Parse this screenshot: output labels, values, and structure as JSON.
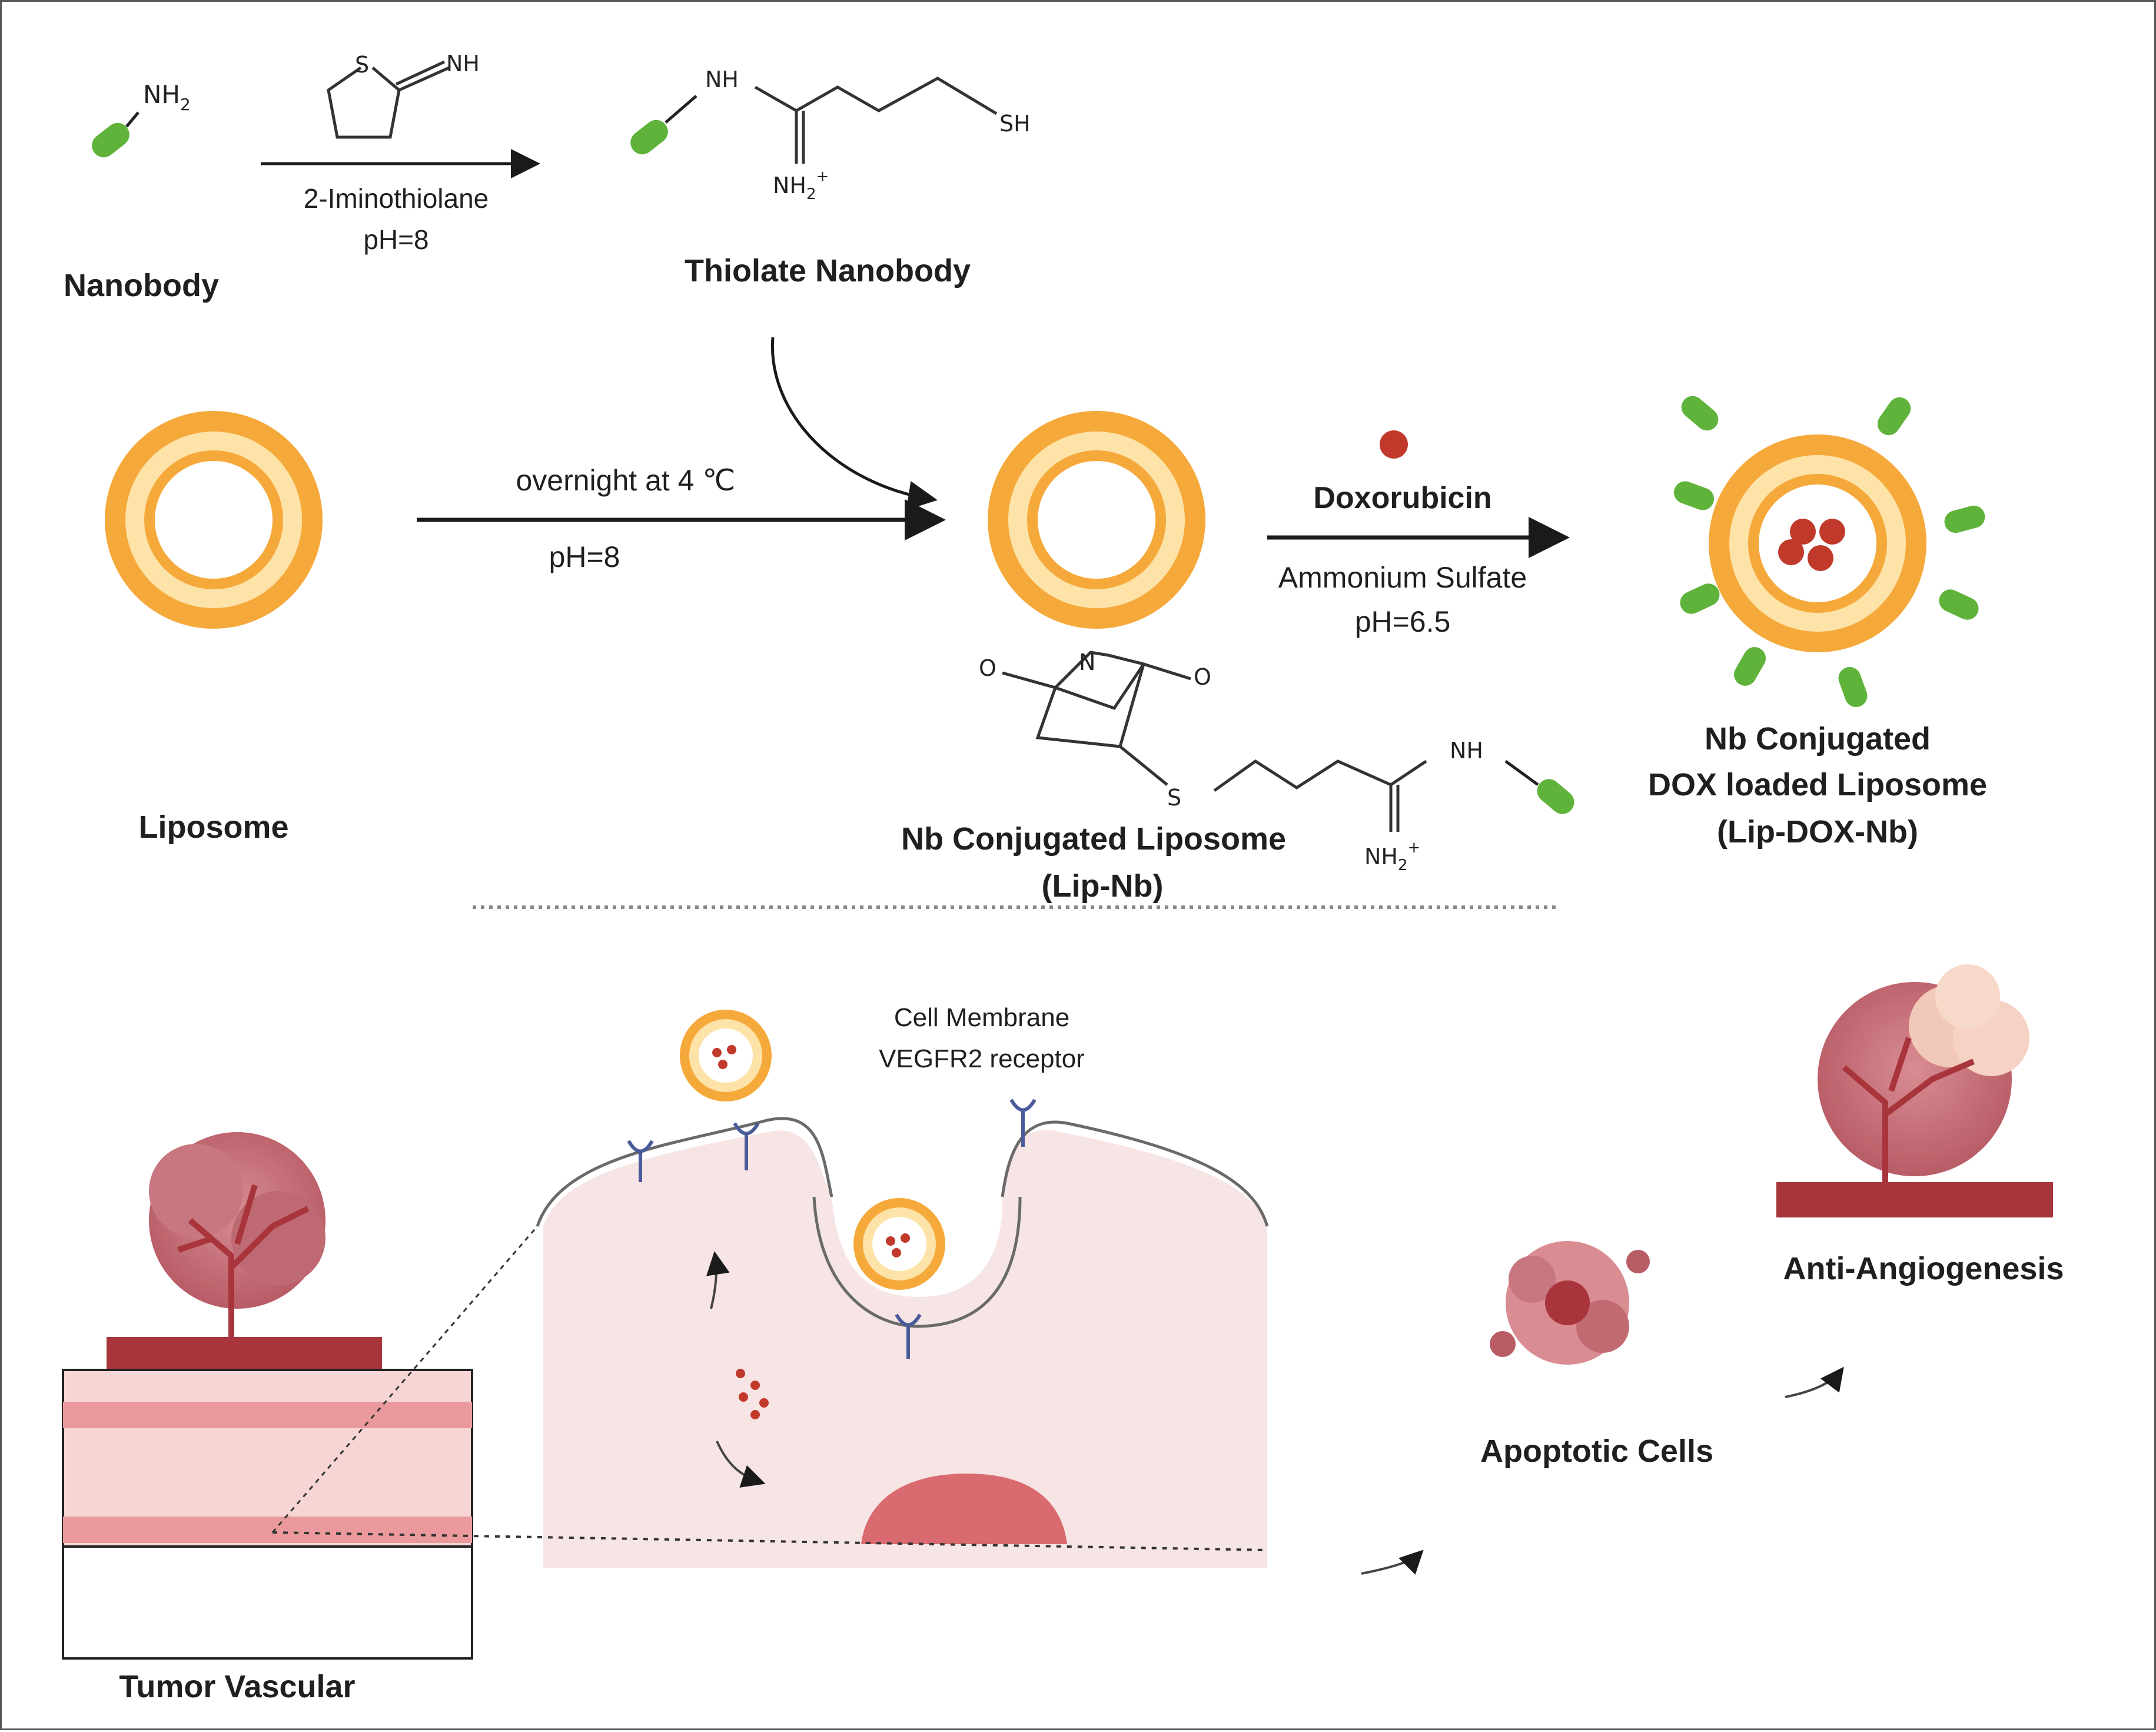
{
  "labels": {
    "nanobody": "Nanobody",
    "nh2": "NH",
    "nh2_sub": "2",
    "reagent": "2-Iminothiolane",
    "ph8_top": "pH=8",
    "thiolate": "Thiolate Nanobody",
    "liposome": "Liposome",
    "overnight": "overnight at 4 ℃",
    "ph8_mid": "pH=8",
    "doxorubicin": "Doxorubicin",
    "ammonium": "Ammonium Sulfate",
    "ph65": "pH=6.5",
    "lipnb_title": "Nb Conjugated Liposome",
    "lipnb_abbr": "(Lip-Nb)",
    "final_l1": "Nb Conjugated",
    "final_l2": "DOX loaded Liposome",
    "final_abbr": "(Lip-DOX-Nb)",
    "cell_membrane": "Cell Membrane",
    "vegfr2": "VEGFR2 receptor",
    "tumor_vascular": "Tumor Vascular",
    "apoptotic": "Apoptotic Cells",
    "anti_angio": "Anti-Angiogenesis"
  },
  "chem": {
    "S": "S",
    "NH": "NH",
    "SH": "SH",
    "N": "N",
    "O": "O",
    "nh2_plus": "NH",
    "sub2": "2",
    "plus": "+"
  },
  "colors": {
    "liposome_outer": "#f6a93b",
    "liposome_inner": "#fde3a8",
    "nanobody": "#5fb33a",
    "dox": "#c0392b",
    "tumor": "#c26a72",
    "vessel": "#a8353b",
    "membrane": "#f7e4e4"
  }
}
